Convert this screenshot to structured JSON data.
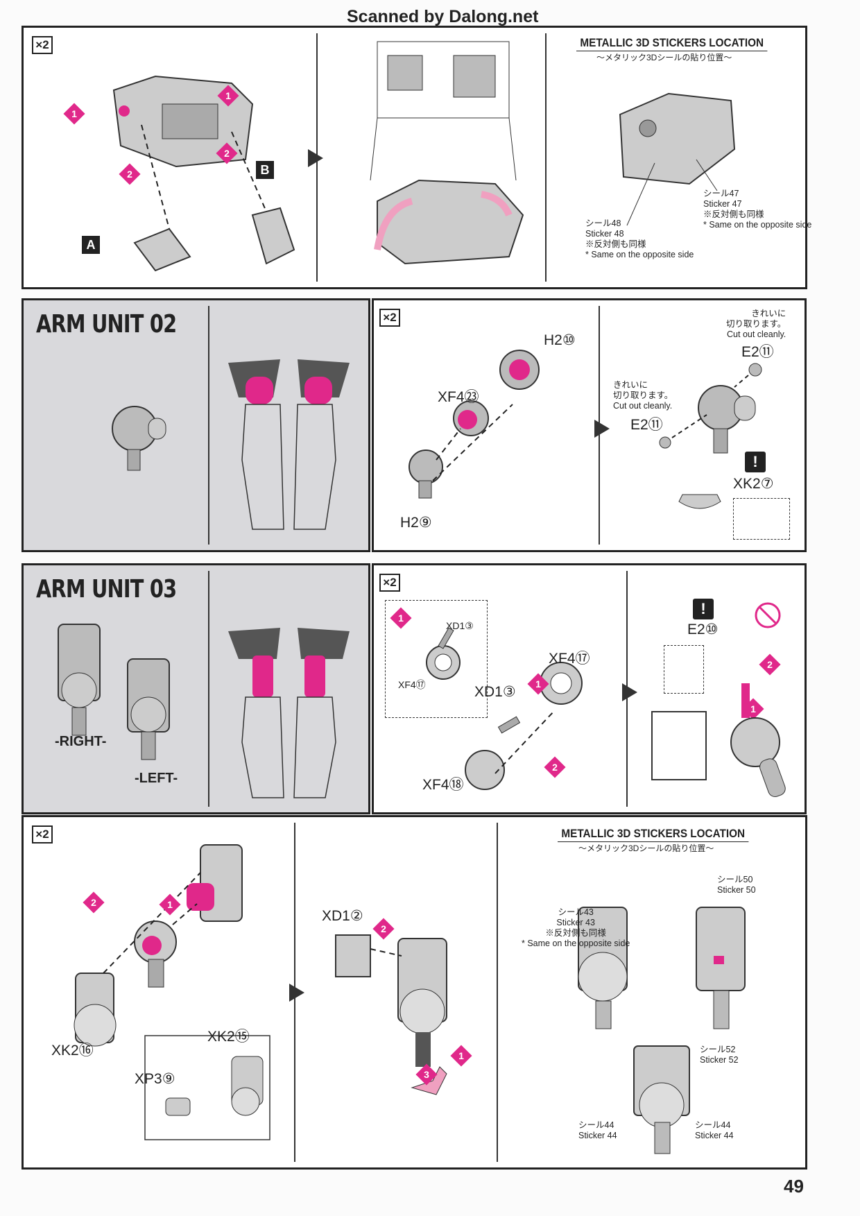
{
  "header": "Scanned by Dalong.net",
  "page_number": "49",
  "accent_color": "#e0288a",
  "multiplier": "×2",
  "top": {
    "steps": [
      "1",
      "2",
      "1",
      "2"
    ],
    "part_a": "A",
    "part_b": "B",
    "stickers": {
      "title": "METALLIC 3D STICKERS LOCATION",
      "subtitle": "～メタリック3Dシールの貼り位置～",
      "s47": {
        "jp": "シール47",
        "en": "Sticker 47",
        "note_jp": "※反対側も同様",
        "note_en": "* Same on the opposite side"
      },
      "s48": {
        "jp": "シール48",
        "en": "Sticker 48",
        "note_jp": "※反対側も同様",
        "note_en": "* Same on the opposite side"
      }
    }
  },
  "arm02": {
    "title": "ARM UNIT 02",
    "parts": {
      "h2_10": "H2⑩",
      "xf4_23": "XF4㉓",
      "h2_9": "H2⑨",
      "e2_11a": "E2⑪",
      "e2_11b": "E2⑪",
      "xk2_7": "XK2⑦"
    },
    "cut_jp": "きれいに\n切り取ります。",
    "cut_en": "Cut out cleanly.",
    "warning": "!"
  },
  "arm03": {
    "title": "ARM UNIT 03",
    "right": "-RIGHT-",
    "left": "-LEFT-",
    "parts": {
      "xd1_3a": "XD1③",
      "xf4_17a": "XF4⑰",
      "xd1_3b": "XD1③",
      "xf4_17b": "XF4⑰",
      "xf4_18": "XF4⑱",
      "e2_10": "E2⑩"
    },
    "steps": [
      "1",
      "1",
      "2",
      "2",
      "1"
    ],
    "warning": "!"
  },
  "bottom": {
    "parts": {
      "xk2_16": "XK2⑯",
      "xk2_15": "XK2⑮",
      "xp3_9": "XP3⑨",
      "xd1_2": "XD1②"
    },
    "steps": [
      "2",
      "1",
      "2",
      "1",
      "3"
    ],
    "stickers": {
      "title": "METALLIC 3D STICKERS LOCATION",
      "subtitle": "～メタリック3Dシールの貼り位置～",
      "s43": {
        "jp": "シール43",
        "en": "Sticker 43",
        "note_jp": "※反対側も同様",
        "note_en": "* Same on the opposite side"
      },
      "s50": {
        "jp": "シール50",
        "en": "Sticker 50"
      },
      "s52": {
        "jp": "シール52",
        "en": "Sticker 52"
      },
      "s44a": {
        "jp": "シール44",
        "en": "Sticker 44"
      },
      "s44b": {
        "jp": "シール44",
        "en": "Sticker 44"
      }
    }
  }
}
